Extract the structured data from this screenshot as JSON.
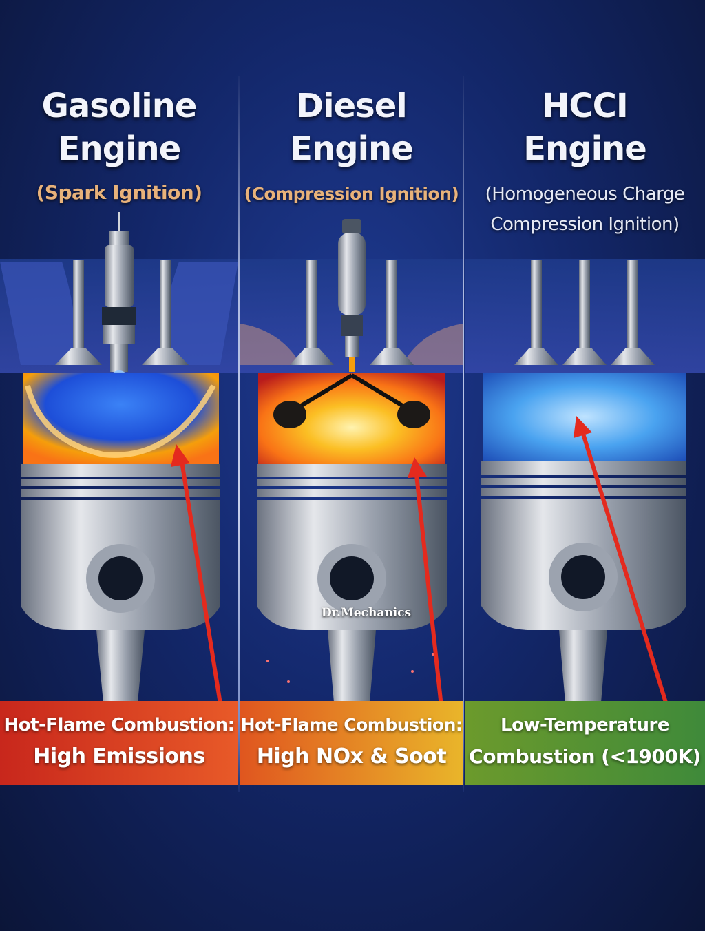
{
  "engines": [
    {
      "title_line1": "Gasoline",
      "title_line2": "Engine",
      "subtitle_line1": "(Spark Ignition)",
      "subtitle_line2": "",
      "label_line1": "Hot-Flame Combustion:",
      "label_line2": "High Emissions",
      "igniter_icon": "spark-plug-icon",
      "combustion_icon": "flame-front-icon",
      "band_color_start": "#c8271c",
      "band_color_end": "#e85a28"
    },
    {
      "title_line1": "Diesel",
      "title_line2": "Engine",
      "subtitle_line1": "(Compression Ignition)",
      "subtitle_line2": "",
      "label_line1": "Hot-Flame Combustion:",
      "label_line2": "High NOx & Soot",
      "igniter_icon": "fuel-injector-icon",
      "combustion_icon": "soot-flame-icon",
      "band_color_start": "#e0561f",
      "band_color_end": "#e9b52a"
    },
    {
      "title_line1": "HCCI",
      "title_line2": "Engine",
      "subtitle_line1": "(Homogeneous Charge",
      "subtitle_line2": "Compression Ignition)",
      "label_line1": "Low-Temperature",
      "label_line2": "Combustion (<1900K)",
      "igniter_icon": "none",
      "combustion_icon": "blue-glow-icon",
      "band_color_start": "#6c9a2c",
      "band_color_end": "#3f8a3a"
    }
  ],
  "watermark": "Dr.Mechanics",
  "colors": {
    "background": "#13276a",
    "arrow": "#e42a1e",
    "title_text": "#f2f4fb",
    "subtitle_gold": "#e8b27a"
  }
}
